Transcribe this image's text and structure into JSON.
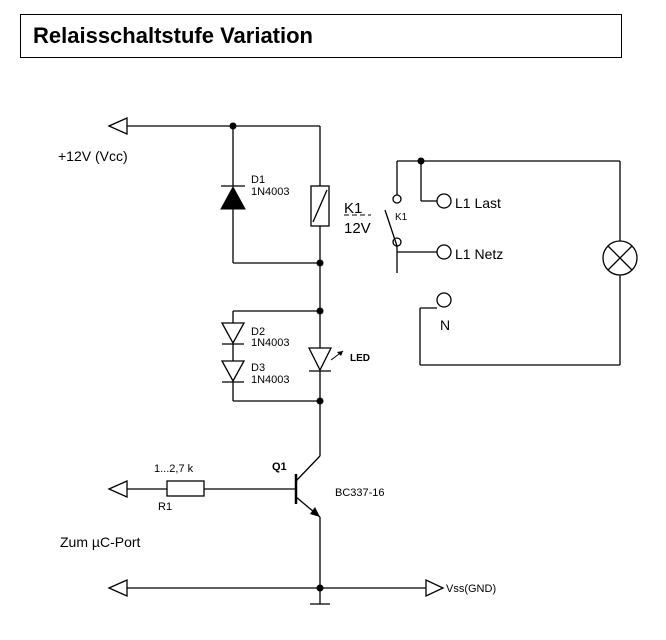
{
  "title": "Relaisschaltstufe Variation",
  "labels": {
    "vcc": "+12V (Vcc)",
    "d1_ref": "D1",
    "d1_type": "1N4003",
    "k1_ref": "K1",
    "k1_voltage": "12V",
    "k1_contact": "K1",
    "l1_last": "L1 Last",
    "l1_netz": "L1 Netz",
    "n": "N",
    "d2_ref": "D2",
    "d2_type": "1N4003",
    "d3_ref": "D3",
    "d3_type": "1N4003",
    "led": "LED",
    "r1_value": "1...2,7 k",
    "r1_ref": "R1",
    "q1_ref": "Q1",
    "q1_type": "BC337-16",
    "port": "Zum µC-Port",
    "vss": "Vss(GND)"
  }
}
